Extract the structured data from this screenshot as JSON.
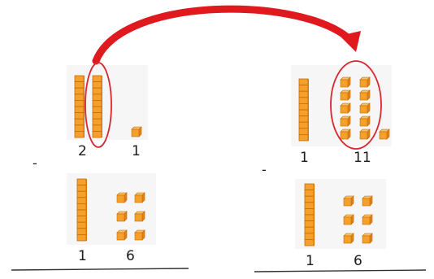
{
  "left": {
    "top_tens": "2",
    "top_ones": "1",
    "bottom_tens": "1",
    "bottom_ones": "6",
    "operator": "-"
  },
  "right": {
    "top_tens": "1",
    "top_ones": "11",
    "bottom_tens": "1",
    "bottom_ones": "6",
    "operator": "-"
  },
  "colors": {
    "block": "#f5a02a",
    "block_edge": "#c66a0a",
    "block_shadow": "#e08418",
    "arrow": "#e0191f",
    "circle": "#d9262f",
    "panel": "#f5f5f5",
    "rule": "#333333"
  },
  "icons": [
    "curved-arrow-icon",
    "ten-rod-icon",
    "unit-cube-icon"
  ]
}
